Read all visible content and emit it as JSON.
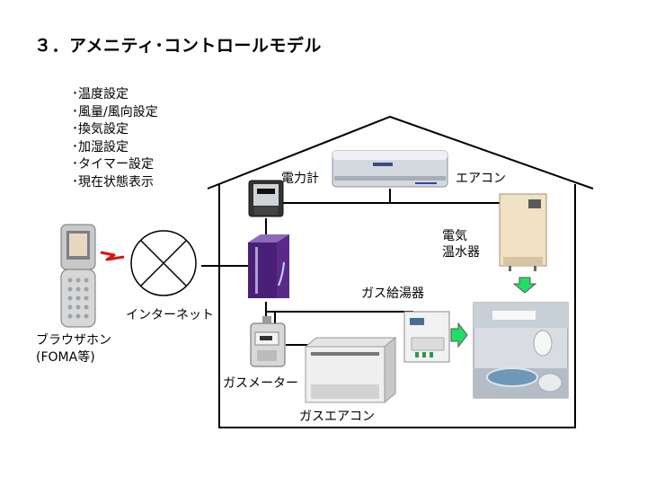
{
  "title": "３．アメニティ･コントロールモデル",
  "features": [
    "･温度設定",
    "･風量/風向設定",
    "･換気設定",
    "･加湿設定",
    "･タイマー設定",
    "･現在状態表示"
  ],
  "labels": {
    "power_meter": "電力計",
    "air_conditioner": "エアコン",
    "electric_water_heater_line1": "電気",
    "electric_water_heater_line2": "温水器",
    "gas_water_heater": "ガス給湯器",
    "internet": "インターネット",
    "browser_phone_line1": "ブラウザホン",
    "browser_phone_line2": "(FOMA等)",
    "gas_meter": "ガスメーター",
    "gas_air_conditioner": "ガスエアコン"
  },
  "colors": {
    "line": "#000000",
    "arrow_fill": "#22dd66",
    "signal": "#dd1111",
    "server_purple": "#5a2a8a",
    "heater_cream": "#f1e2c4"
  }
}
